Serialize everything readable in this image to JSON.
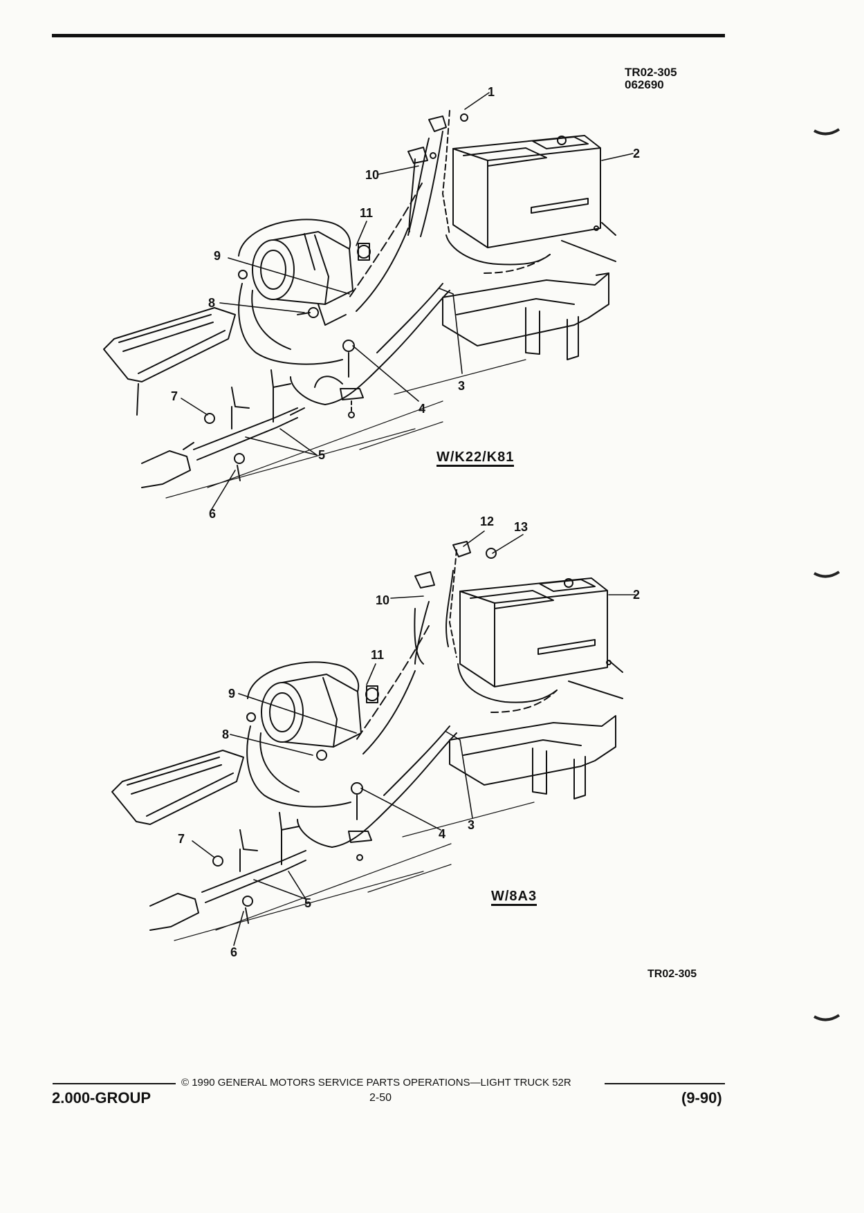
{
  "header": {
    "plate_code": "TR02-305",
    "plate_date": "062690"
  },
  "figures": [
    {
      "caption": "W/K22/K81",
      "callouts": [
        "1",
        "2",
        "3",
        "4",
        "5",
        "6",
        "7",
        "8",
        "9",
        "10",
        "11"
      ]
    },
    {
      "caption": "W/8A3",
      "callouts": [
        "2",
        "3",
        "4",
        "5",
        "6",
        "7",
        "8",
        "9",
        "10",
        "11",
        "12",
        "13"
      ]
    }
  ],
  "figure_code": "TR02-305",
  "footer": {
    "group": "2.000-GROUP",
    "copyright": "© 1990 GENERAL MOTORS SERVICE PARTS OPERATIONS—LIGHT TRUCK 52R",
    "page_number": "2-50",
    "revision": "(9-90)"
  }
}
